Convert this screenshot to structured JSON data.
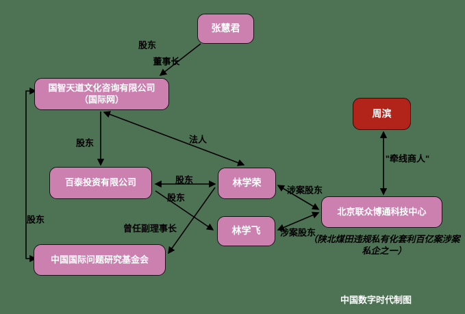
{
  "diagram": {
    "nodes": {
      "zhang_huijun": "张慧君",
      "guozhi_line1": "国智天道文化咨询有限公司",
      "guozhi_line2": "（国际网）",
      "baitai": "百泰投资有限公司",
      "lin_xuerong": "林学荣",
      "lin_xuefei": "林学飞",
      "zhou_bin": "周滨",
      "lianzhong": "北京联众博通科技中心",
      "foundation": "中国国际问题研究基金会"
    },
    "edge_labels": {
      "zhang_gudong": "股东",
      "zhang_dongshizhang": "董事长",
      "guozhi_baitai_gudong": "股东",
      "faren": "法人",
      "xuerong_baitai_gudong": "股东",
      "xuefei_baitai_gudong": "股东",
      "cengren_fulishizhang": "曾任副理事长",
      "foundation_guozhi_gudong": "股东",
      "xuerong_shean_gudong": "涉案股东",
      "xuefei_shean_gudong": "涉案股东",
      "qianxian_shangren": "\"牵线商人\""
    },
    "annotations": {
      "note": "（陕北煤田违规私有化套利百亿案涉案私企之一）",
      "credit": "中国数字时代制图"
    },
    "colors": {
      "background": "#4e7354",
      "node_pink": "#cc80b0",
      "node_red": "#b2231a",
      "line": "#000000",
      "node_text": "#ffffff",
      "label_text": "#000000"
    }
  }
}
